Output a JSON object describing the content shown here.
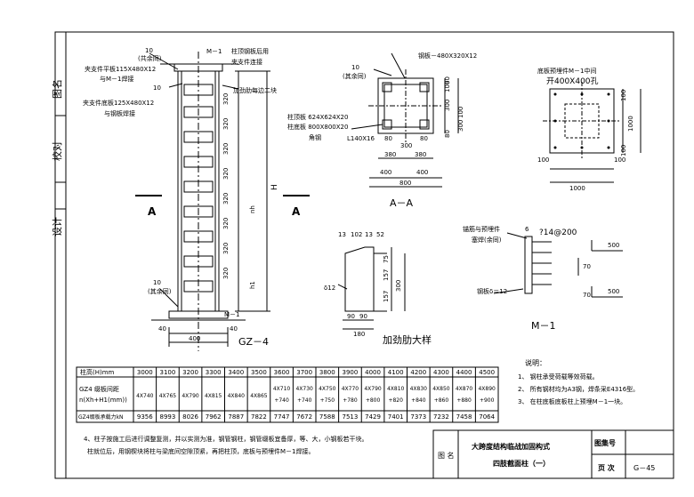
{
  "side_block": {
    "title": "图名",
    "check": "校对",
    "design": "设计"
  },
  "main_view": {
    "top_label_10": "10",
    "top_label_shared": "(共余同)",
    "m1": "M－1",
    "ann_left_1": "夹支件平板115X480X12",
    "ann_left_2": "与M－1焊接",
    "ann_left_3": "10",
    "ann_left_4": "夹支件底板125X480X12",
    "ann_left_5": "与钢板焊接",
    "ann_right_1": "柱顶钢板后用",
    "ann_right_2": "夹支件连接",
    "ann_right_3": "加劲肋每边二块",
    "dims": [
      "320",
      "320",
      "320",
      "320",
      "320",
      "320",
      "320",
      "320"
    ],
    "dim_n": "nh",
    "dim_h1": "h1",
    "dim_H": "H",
    "bottom_10": "10",
    "bottom_shared": "(其余同)",
    "bottom_m1": "M－1",
    "dim_40": "40",
    "dim_400": "400",
    "section": "A",
    "caption": "GZ－4"
  },
  "section_aa": {
    "plate_top": "钢板－480X320X12",
    "label_10": "10",
    "label_shared": "(其余同)",
    "col_top": "柱顶板 624X624X20",
    "col_base": "柱底板 800X800X20",
    "angle": "角钢",
    "angle_size": "L140X16",
    "d80a": "80",
    "d80b": "80",
    "d300": "300",
    "d380": "380",
    "d380b": "380",
    "d400a": "400",
    "d400b": "400",
    "d800": "800",
    "side_dims": [
      "80",
      "100",
      "300",
      "100",
      "300",
      "80"
    ],
    "caption": "A－A"
  },
  "base_plate": {
    "title": "底板预埋件M－1中间",
    "hole": "开400X400孔",
    "d1000v": "1000",
    "d100a": "100",
    "d100b": "100",
    "d1000h": "1000",
    "d100c": "100",
    "d100d": "100"
  },
  "stiffener": {
    "d13a": "13",
    "d102": "102",
    "d13b": "13",
    "d52": "52",
    "d75": "75",
    "d157": "157",
    "d300": "300",
    "d157b": "157",
    "delta": "δ12",
    "d90a": "90",
    "d90b": "90",
    "d180": "180",
    "caption": "加劲肋大样"
  },
  "m1_detail": {
    "weld": "锚筋与预埋件",
    "weld2": "塞焊(余同)",
    "weld_size": "6",
    "bar": "?14@200",
    "plate": "钢板δ＝12",
    "d500": "500",
    "d70a": "70",
    "d70b": "70",
    "d500b": "500",
    "caption": "M－1"
  },
  "table": {
    "header_label": "柱高(H)mm",
    "heights": [
      "3000",
      "3100",
      "3200",
      "3300",
      "3400",
      "3500",
      "3600",
      "3700",
      "3800",
      "3900",
      "4000",
      "4100",
      "4200",
      "4300",
      "4400",
      "4500"
    ],
    "row1_label_a": "GZ4 缀板间距",
    "row1_label_b": "n(Xh+H1(mm))",
    "row1_top": [
      "4X740",
      "4X765",
      "4X790",
      "4X815",
      "4X840",
      "4X865",
      "4X710",
      "4X730",
      "4X750",
      "4X770",
      "4X790",
      "4X810",
      "4X830",
      "4X850",
      "4X870",
      "4X890"
    ],
    "row1_bot": [
      "",
      "",
      "",
      "",
      "",
      "",
      "+740",
      "+740",
      "+750",
      "+780",
      "+800",
      "+820",
      "+840",
      "+860",
      "+880",
      "+900"
    ],
    "row2_label": "GZ4缀板承载力kN",
    "row2": [
      "9356",
      "8993",
      "8026",
      "7962",
      "7887",
      "7822",
      "7747",
      "7672",
      "7588",
      "7513",
      "7429",
      "7401",
      "7373",
      "7232",
      "7458",
      "7064"
    ]
  },
  "notes": {
    "title": "说明：",
    "n1": "1、 钢柱承受荷载等效荷载。",
    "n2": "2、 所有钢材均为A3钢，焊条采E4316型。",
    "n3": "3、 在柱底板底板柱上预埋M－1一块。",
    "n4a": "4、柱子按施工后进行调整复测，并以实测为准，钢管钢柱，钢管缀板宜备厚，等、大，小钢板若干块。",
    "n4b": "柱就位后，用钢楔块将柱与梁底间空隙顶紧，再把柱顶，底板与预埋件M－1焊接。"
  },
  "title_block": {
    "name_label": "图  名",
    "title1": "大跨度结构临战加固构式",
    "title2": "四肢截面柱（一）",
    "set_label": "图集号",
    "page_label": "页  次",
    "page_value": "G－45"
  }
}
